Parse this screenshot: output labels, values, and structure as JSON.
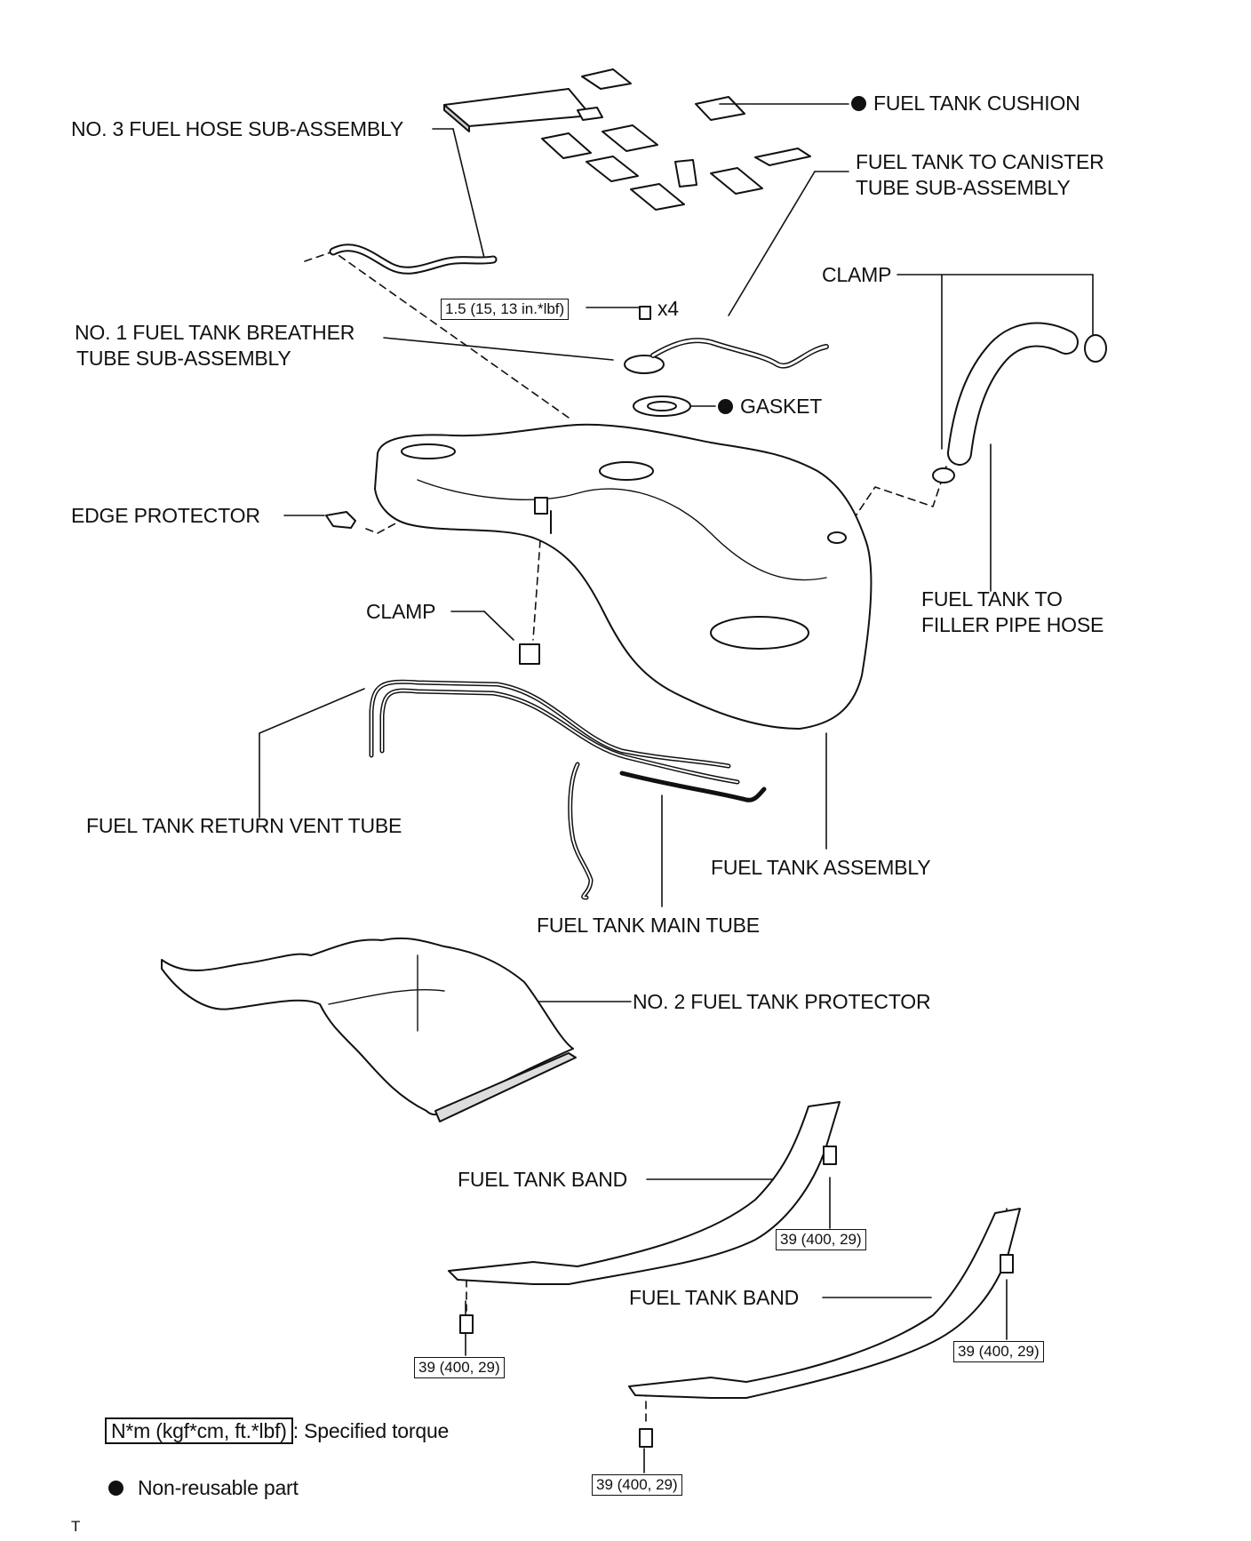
{
  "labels": {
    "fuel_tank_cushion": "FUEL TANK CUSHION",
    "no3_fuel_hose": "NO. 3 FUEL HOSE SUB-ASSEMBLY",
    "canister_tube_line1": "FUEL TANK TO CANISTER",
    "canister_tube_line2": "TUBE SUB-ASSEMBLY",
    "clamp_top": "CLAMP",
    "breather_line1": "NO. 1 FUEL TANK BREATHER",
    "breather_line2": "TUBE SUB-ASSEMBLY",
    "gasket": "GASKET",
    "edge_protector": "EDGE PROTECTOR",
    "filler_hose_line1": "FUEL TANK TO",
    "filler_hose_line2": "FILLER PIPE HOSE",
    "clamp_mid": "CLAMP",
    "return_vent_tube": "FUEL TANK RETURN VENT TUBE",
    "fuel_tank_assembly": "FUEL TANK ASSEMBLY",
    "main_tube": "FUEL TANK MAIN TUBE",
    "no2_protector": "NO. 2 FUEL TANK PROTECTOR",
    "band_1": "FUEL TANK BAND",
    "band_2": "FUEL TANK BAND",
    "x4": "x4"
  },
  "torques": {
    "breather_screw": "1.5 (15, 13 in.*lbf)",
    "band1_rear": "39 (400, 29)",
    "band1_front": "39 (400, 29)",
    "band2_rear": "39 (400, 29)",
    "band2_front": "39 (400, 29)"
  },
  "legend": {
    "torque_unit": "N*m (kgf*cm, ft.*lbf)",
    "torque_desc": ": Specified torque",
    "nonreusable_desc": "Non-reusable part"
  },
  "footer_mark": "T"
}
